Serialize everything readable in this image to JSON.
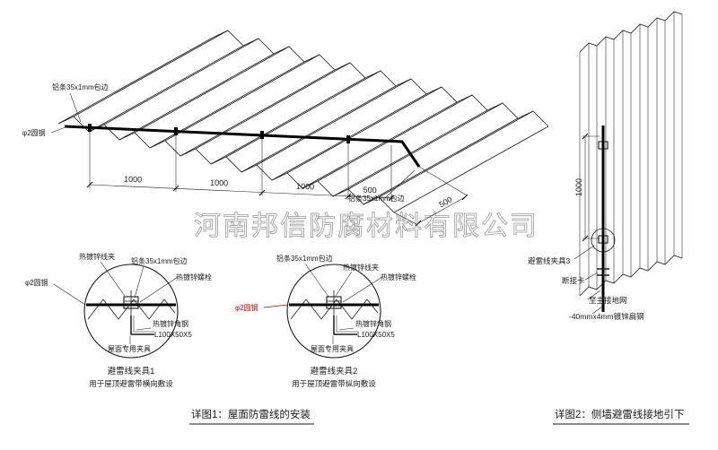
{
  "watermark": "河南邦信防腐材料有限公司",
  "colors": {
    "line": "#1a1a1a",
    "red_label": "#c00000",
    "watermark": "#9a9a9a"
  },
  "roof": {
    "alu_top": "铝条35x1mm包边",
    "round_steel": "φ2圆钢",
    "alu_right": "铝条35x1mm包边",
    "dims": [
      "1000",
      "1000",
      "1000",
      "500"
    ],
    "dim_right": "500"
  },
  "clamp1": {
    "clip": "热镀锌线夹",
    "alu": "铝条35x1mm包边",
    "bolt": "热镀锌螺栓",
    "round_steel": "φ2圆钢",
    "angle": "热镀锌角钢",
    "angle_spec": "L100X50X5",
    "roof_clamp": "屋面专用夹具",
    "title": "避雷线夹具1",
    "subtitle": "用于屋顶避雷带横向敷设"
  },
  "clamp2": {
    "alu": "铝条35x1mm包边",
    "clip": "热镀锌线夹",
    "bolt": "热镀锌螺栓",
    "round_steel": "φ2圆钢",
    "angle": "热镀锌角钢",
    "angle_spec": "L100X50X5",
    "roof_clamp": "屋面专用夹具",
    "title": "避雷线夹具2",
    "subtitle": "用于屋顶避雷带纵向敷设"
  },
  "wall": {
    "dim": "1000",
    "clamp3": "避雷线夹具3",
    "disconnect": "断接卡",
    "to_ground": "至主接地网",
    "flat_steel": "-40mmx4mm镀锌扁钢"
  },
  "captions": {
    "detail1": "详图1：屋面防雷线的安装",
    "detail2": "详图2：侧墙避雷线接地引下"
  }
}
